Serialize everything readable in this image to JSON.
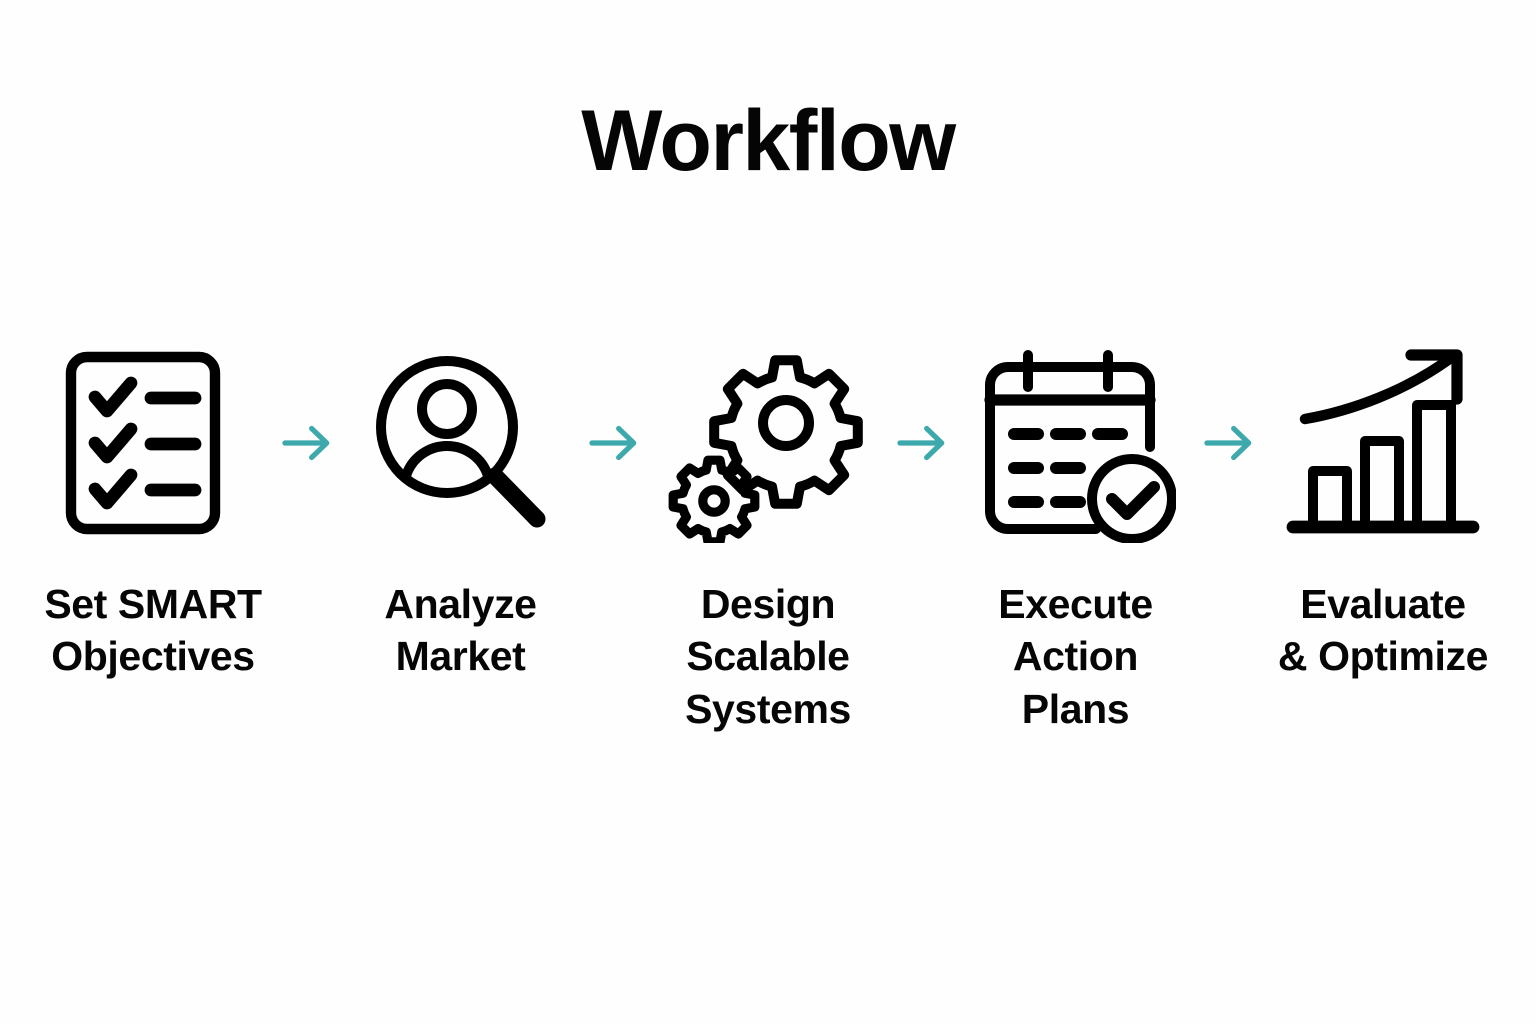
{
  "page": {
    "title": "Workflow",
    "background_color": "#fefefe",
    "ink_color": "#000000",
    "accent_color": "#3da9ad"
  },
  "diagram": {
    "type": "linear-process-flow",
    "orientation": "horizontal",
    "step_count": 5,
    "connector_count": 4,
    "connector_icon": "arrow-right-icon",
    "connector_color": "#3da9ad",
    "steps": [
      {
        "index": 1,
        "icon": "checklist-document-icon",
        "label": "Set SMART\nObjectives",
        "label_lines": [
          "Set SMART",
          "Objectives"
        ]
      },
      {
        "index": 2,
        "icon": "magnifier-person-icon",
        "label": "Analyze\nMarket",
        "label_lines": [
          "Analyze",
          "Market"
        ]
      },
      {
        "index": 3,
        "icon": "two-gears-icon",
        "label": "Design\nScalable\nSystems",
        "label_lines": [
          "Design",
          "Scalable",
          "Systems"
        ]
      },
      {
        "index": 4,
        "icon": "calendar-check-icon",
        "label": "Execute\nAction\nPlans",
        "label_lines": [
          "Execute",
          "Action",
          "Plans"
        ]
      },
      {
        "index": 5,
        "icon": "growth-bar-chart-icon",
        "label": "Evaluate\n& Optimize",
        "label_lines": [
          "Evaluate",
          "& Optimize"
        ]
      }
    ]
  }
}
